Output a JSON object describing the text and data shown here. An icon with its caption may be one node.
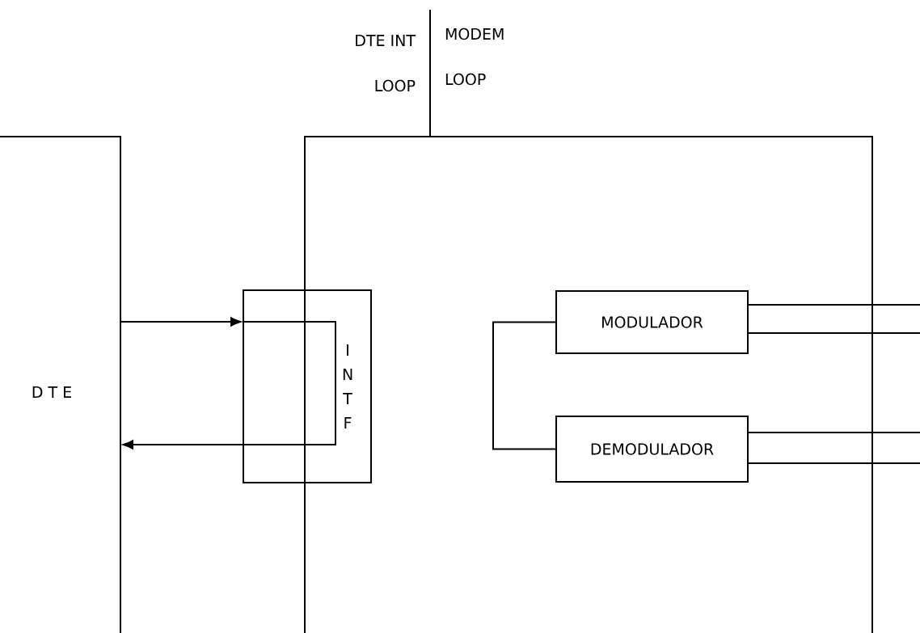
{
  "diagram": {
    "nodes": [
      {
        "text": [
          "D T E"
        ]
      },
      {
        "text": [],
        "shape": "box"
      },
      {
        "text": [
          "I N T F"
        ]
      },
      {
        "text": [
          "MODULADOR"
        ],
        "in": 1
      },
      {
        "text": [
          "DEMODULADOR"
        ],
        "in": 1
      }
    ],
    "edges": [
      {
        "from": 0,
        "to": 2,
        "arrow": "to"
      },
      {
        "from": 2,
        "to": 0,
        "arrow": "to"
      },
      {
        "from": 3,
        "to": 4,
        "arrow": "none"
      },
      {
        "from": 3,
        "to": null,
        "arrow": "none"
      },
      {
        "from": 3,
        "to": null,
        "arrow": "none"
      },
      {
        "from": 4,
        "to": null,
        "arrow": "none"
      },
      {
        "from": 4,
        "to": null,
        "arrow": "none"
      }
    ],
    "labels": [
      "DTE INT",
      "MODEM",
      "LOOP",
      "LOOP"
    ]
  }
}
